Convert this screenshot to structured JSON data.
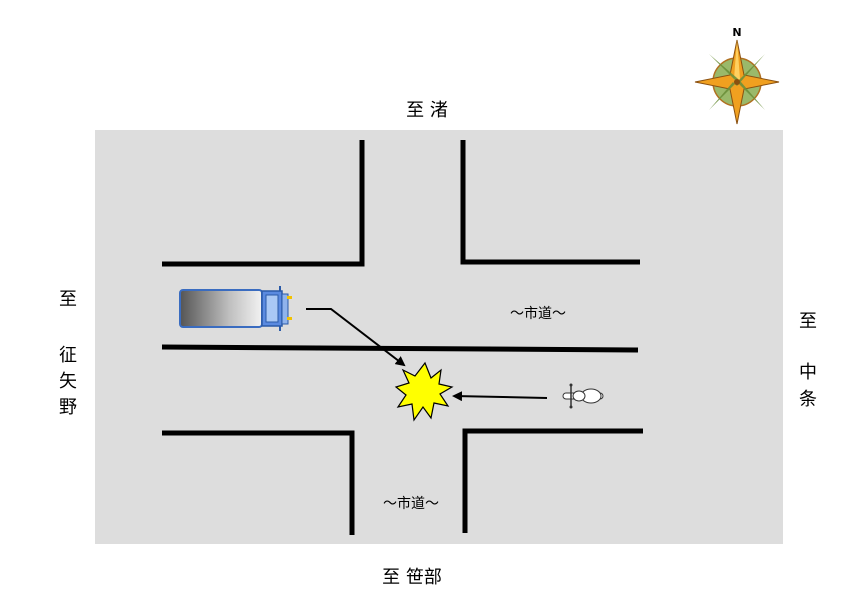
{
  "compass": {
    "north_label": "N",
    "icon": "compass-rose-icon"
  },
  "directions": {
    "north": "至 渚",
    "south": "至 笹部",
    "west": [
      "至",
      "征",
      "矢",
      "野"
    ],
    "east": [
      "至",
      "中",
      "条"
    ]
  },
  "roads": {
    "east_west": "～市道～",
    "north_south": "～市道～"
  },
  "vehicles": {
    "truck": {
      "icon": "truck-icon",
      "color": "#4a7bd0"
    },
    "motorcycle": {
      "icon": "motorcycle-icon"
    }
  },
  "impact": {
    "icon": "collision-burst-icon",
    "color": "#ffff00"
  },
  "colors": {
    "road": "#dddddd",
    "curb": "#000000"
  }
}
